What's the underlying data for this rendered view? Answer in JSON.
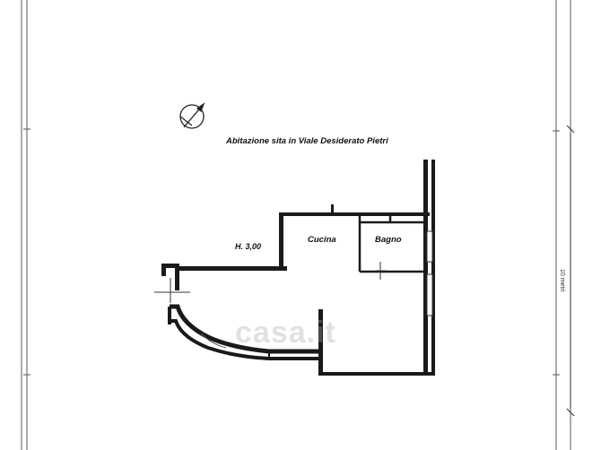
{
  "plan": {
    "title": "Abitazione sita in Viale Desiderato Pietri",
    "ceiling_height": "H. 3,00",
    "rooms": [
      {
        "name": "Cucina"
      },
      {
        "name": "Bagno"
      }
    ],
    "scale_label": "10 metri",
    "north_arrow": "compass-north-icon",
    "watermark": "casa.it",
    "colors": {
      "wall": "#1a1a1a",
      "line": "#444444",
      "background": "#ffffff"
    }
  }
}
